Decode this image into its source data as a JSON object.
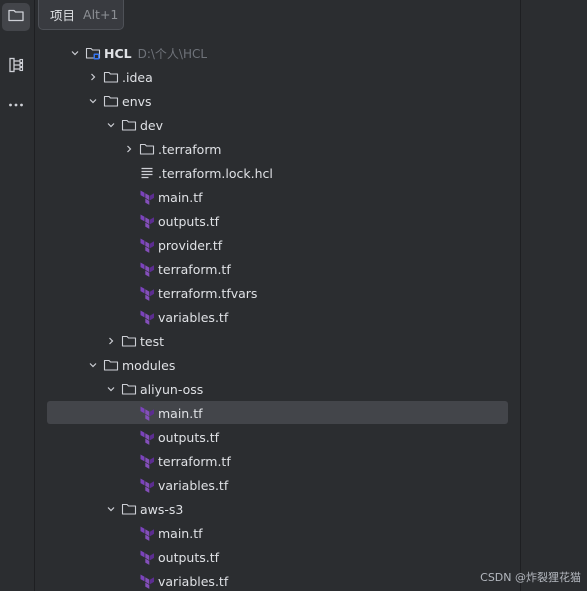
{
  "tooltip": {
    "title": "项目",
    "shortcut": "Alt+1"
  },
  "sidebar": {
    "buttons": [
      {
        "name": "project-tool-button",
        "icon": "folder-icon",
        "active": true
      },
      {
        "name": "structure-tool-button",
        "icon": "structure-icon",
        "active": false
      },
      {
        "name": "more-tools-button",
        "icon": "more-icon",
        "active": false
      }
    ]
  },
  "tree": {
    "rows": [
      {
        "label": "HCL",
        "path": "D:\\个人\\HCL",
        "depth": 0,
        "kind": "module",
        "chevron": "down",
        "bold": true
      },
      {
        "label": ".idea",
        "depth": 1,
        "kind": "folder",
        "chevron": "right"
      },
      {
        "label": "envs",
        "depth": 1,
        "kind": "folder",
        "chevron": "down"
      },
      {
        "label": "dev",
        "depth": 2,
        "kind": "folder",
        "chevron": "down"
      },
      {
        "label": ".terraform",
        "depth": 3,
        "kind": "folder",
        "chevron": "right"
      },
      {
        "label": ".terraform.lock.hcl",
        "depth": 3,
        "kind": "text-file",
        "chevron": "none"
      },
      {
        "label": "main.tf",
        "depth": 3,
        "kind": "terraform",
        "chevron": "none"
      },
      {
        "label": "outputs.tf",
        "depth": 3,
        "kind": "terraform",
        "chevron": "none"
      },
      {
        "label": "provider.tf",
        "depth": 3,
        "kind": "terraform",
        "chevron": "none"
      },
      {
        "label": "terraform.tf",
        "depth": 3,
        "kind": "terraform",
        "chevron": "none"
      },
      {
        "label": "terraform.tfvars",
        "depth": 3,
        "kind": "terraform",
        "chevron": "none"
      },
      {
        "label": "variables.tf",
        "depth": 3,
        "kind": "terraform",
        "chevron": "none"
      },
      {
        "label": "test",
        "depth": 2,
        "kind": "folder",
        "chevron": "right"
      },
      {
        "label": "modules",
        "depth": 1,
        "kind": "folder",
        "chevron": "down"
      },
      {
        "label": "aliyun-oss",
        "depth": 2,
        "kind": "folder",
        "chevron": "down"
      },
      {
        "label": "main.tf",
        "depth": 3,
        "kind": "terraform",
        "chevron": "none",
        "selected": true
      },
      {
        "label": "outputs.tf",
        "depth": 3,
        "kind": "terraform",
        "chevron": "none"
      },
      {
        "label": "terraform.tf",
        "depth": 3,
        "kind": "terraform",
        "chevron": "none"
      },
      {
        "label": "variables.tf",
        "depth": 3,
        "kind": "terraform",
        "chevron": "none"
      },
      {
        "label": "aws-s3",
        "depth": 2,
        "kind": "folder",
        "chevron": "down"
      },
      {
        "label": "main.tf",
        "depth": 3,
        "kind": "terraform",
        "chevron": "none"
      },
      {
        "label": "outputs.tf",
        "depth": 3,
        "kind": "terraform",
        "chevron": "none"
      },
      {
        "label": "variables.tf",
        "depth": 3,
        "kind": "terraform",
        "chevron": "none"
      }
    ]
  },
  "watermark": "CSDN @炸裂狸花猫",
  "colors": {
    "background": "#2b2d30",
    "selection": "#43454a",
    "terraform": "#7b42bc",
    "text": "#dfe1e5",
    "muted": "#6f737a"
  }
}
